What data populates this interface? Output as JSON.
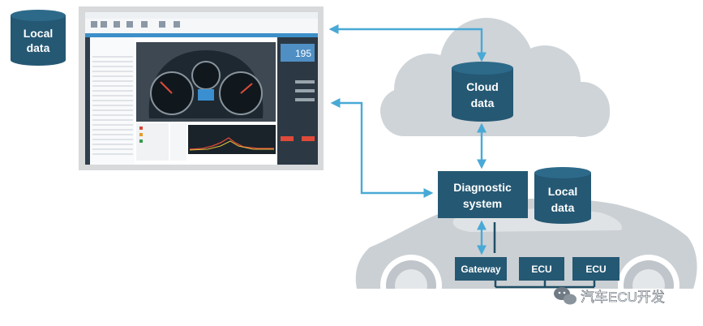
{
  "nodes": {
    "local_data_left": {
      "line1": "Local",
      "line2": "data"
    },
    "cloud_data": {
      "line1": "Cloud",
      "line2": "data"
    },
    "diagnostic_system": {
      "line1": "Diagnostic",
      "line2": "system"
    },
    "local_data_right": {
      "line1": "Local",
      "line2": "data"
    },
    "gateway": {
      "label": "Gateway"
    },
    "ecu_1": {
      "label": "ECU"
    },
    "ecu_2": {
      "label": "ECU"
    }
  },
  "screen": {
    "gauge_readout": "195"
  },
  "watermark": {
    "text": "汽车ECU开发"
  },
  "colors": {
    "node_fill": "#255873",
    "arrow": "#49a9d6",
    "cloud": "#cfd4d8",
    "car": "#cbd0d4",
    "frame": "#d7d9db"
  }
}
